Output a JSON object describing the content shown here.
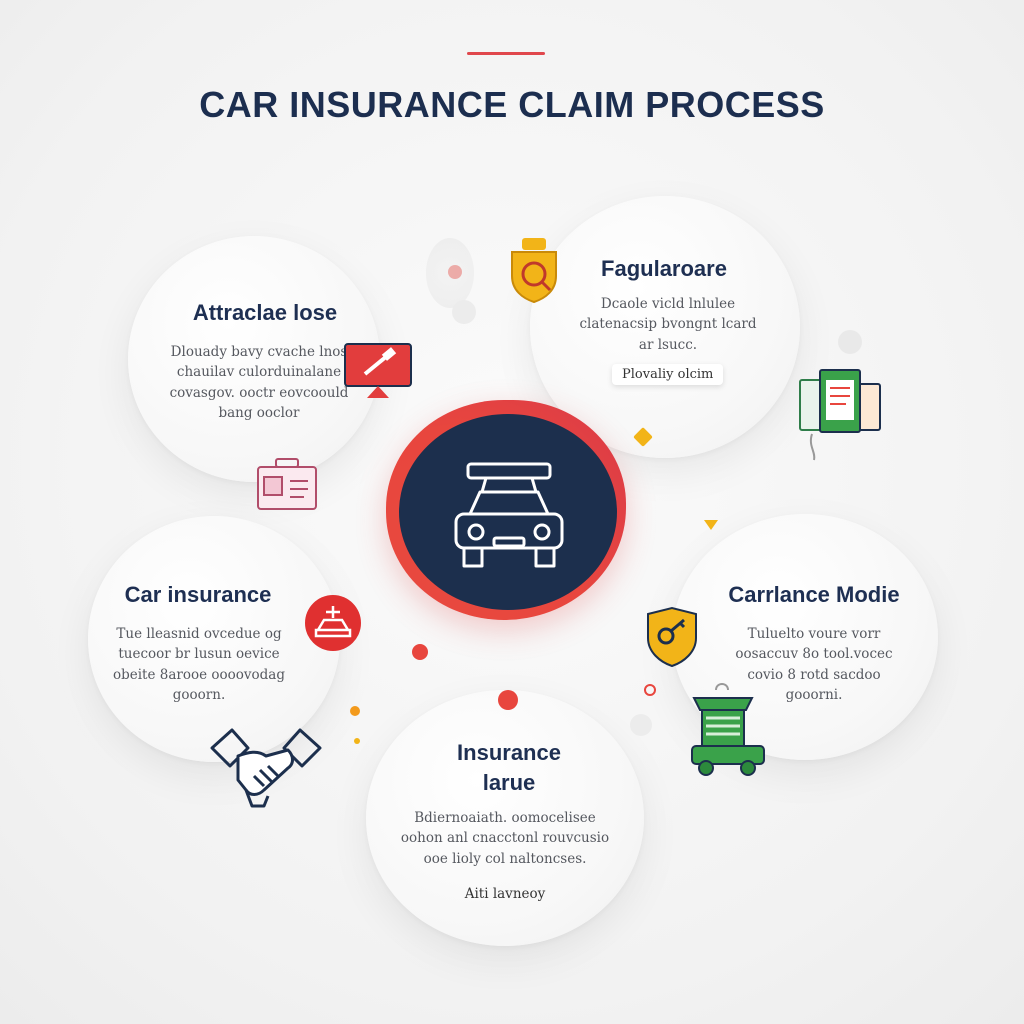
{
  "title": "CAR INSURANCE CLAIM PROCESS",
  "steps": {
    "top_left": {
      "heading": "Attraclae lose",
      "body": [
        "Dlouady bavy cvache lnos",
        "chauilav culorduinalane",
        "covasgov. ooctr eovcoould",
        "bang ooclor"
      ]
    },
    "top_right": {
      "heading": "Fagularoare",
      "body": [
        "Dcaole vicld  lnlulee",
        "clatenacsip  bvongnt lcard",
        "ar lsucc."
      ],
      "button": "Plovaliy olcim"
    },
    "mid_left": {
      "heading": "Car insurance",
      "body": [
        "Tue lleasnid ovcedue og",
        "tuecoor br lusun  oevice",
        "obeite 8arooe oooovodag",
        "gooorn."
      ]
    },
    "mid_right": {
      "heading": "Carrlance Modie",
      "body": [
        "Tuluelto voure vorr",
        "oosaccuv 8o tool.vocec",
        "covio 8 rotd sacdoo",
        "gooorni."
      ]
    },
    "bottom": {
      "heading": [
        "Insurance",
        "larue"
      ],
      "body": [
        "Bdiernoaiath. oomocelisee",
        "oohon anl cnacctonl rouvcusio",
        "ooe lioly col naltoncses."
      ],
      "caption": "Aiti lavneoy"
    }
  },
  "icons": {
    "center": "car-icon",
    "top_left": "monitor-hammer-icon",
    "top_left_lower": "briefcase-icon",
    "top_right": "shield-badge-icon",
    "top_right_lower": "documents-icon",
    "mid_left": "car-repair-icon",
    "mid_right": "shield-key-icon",
    "mid_right_lower": "tow-truck-icon",
    "bottom_left": "handshake-icon"
  },
  "colors": {
    "navy": "#1c2f4d",
    "red": "#e8463e",
    "gold": "#f2b418",
    "green": "#3aa24a"
  }
}
